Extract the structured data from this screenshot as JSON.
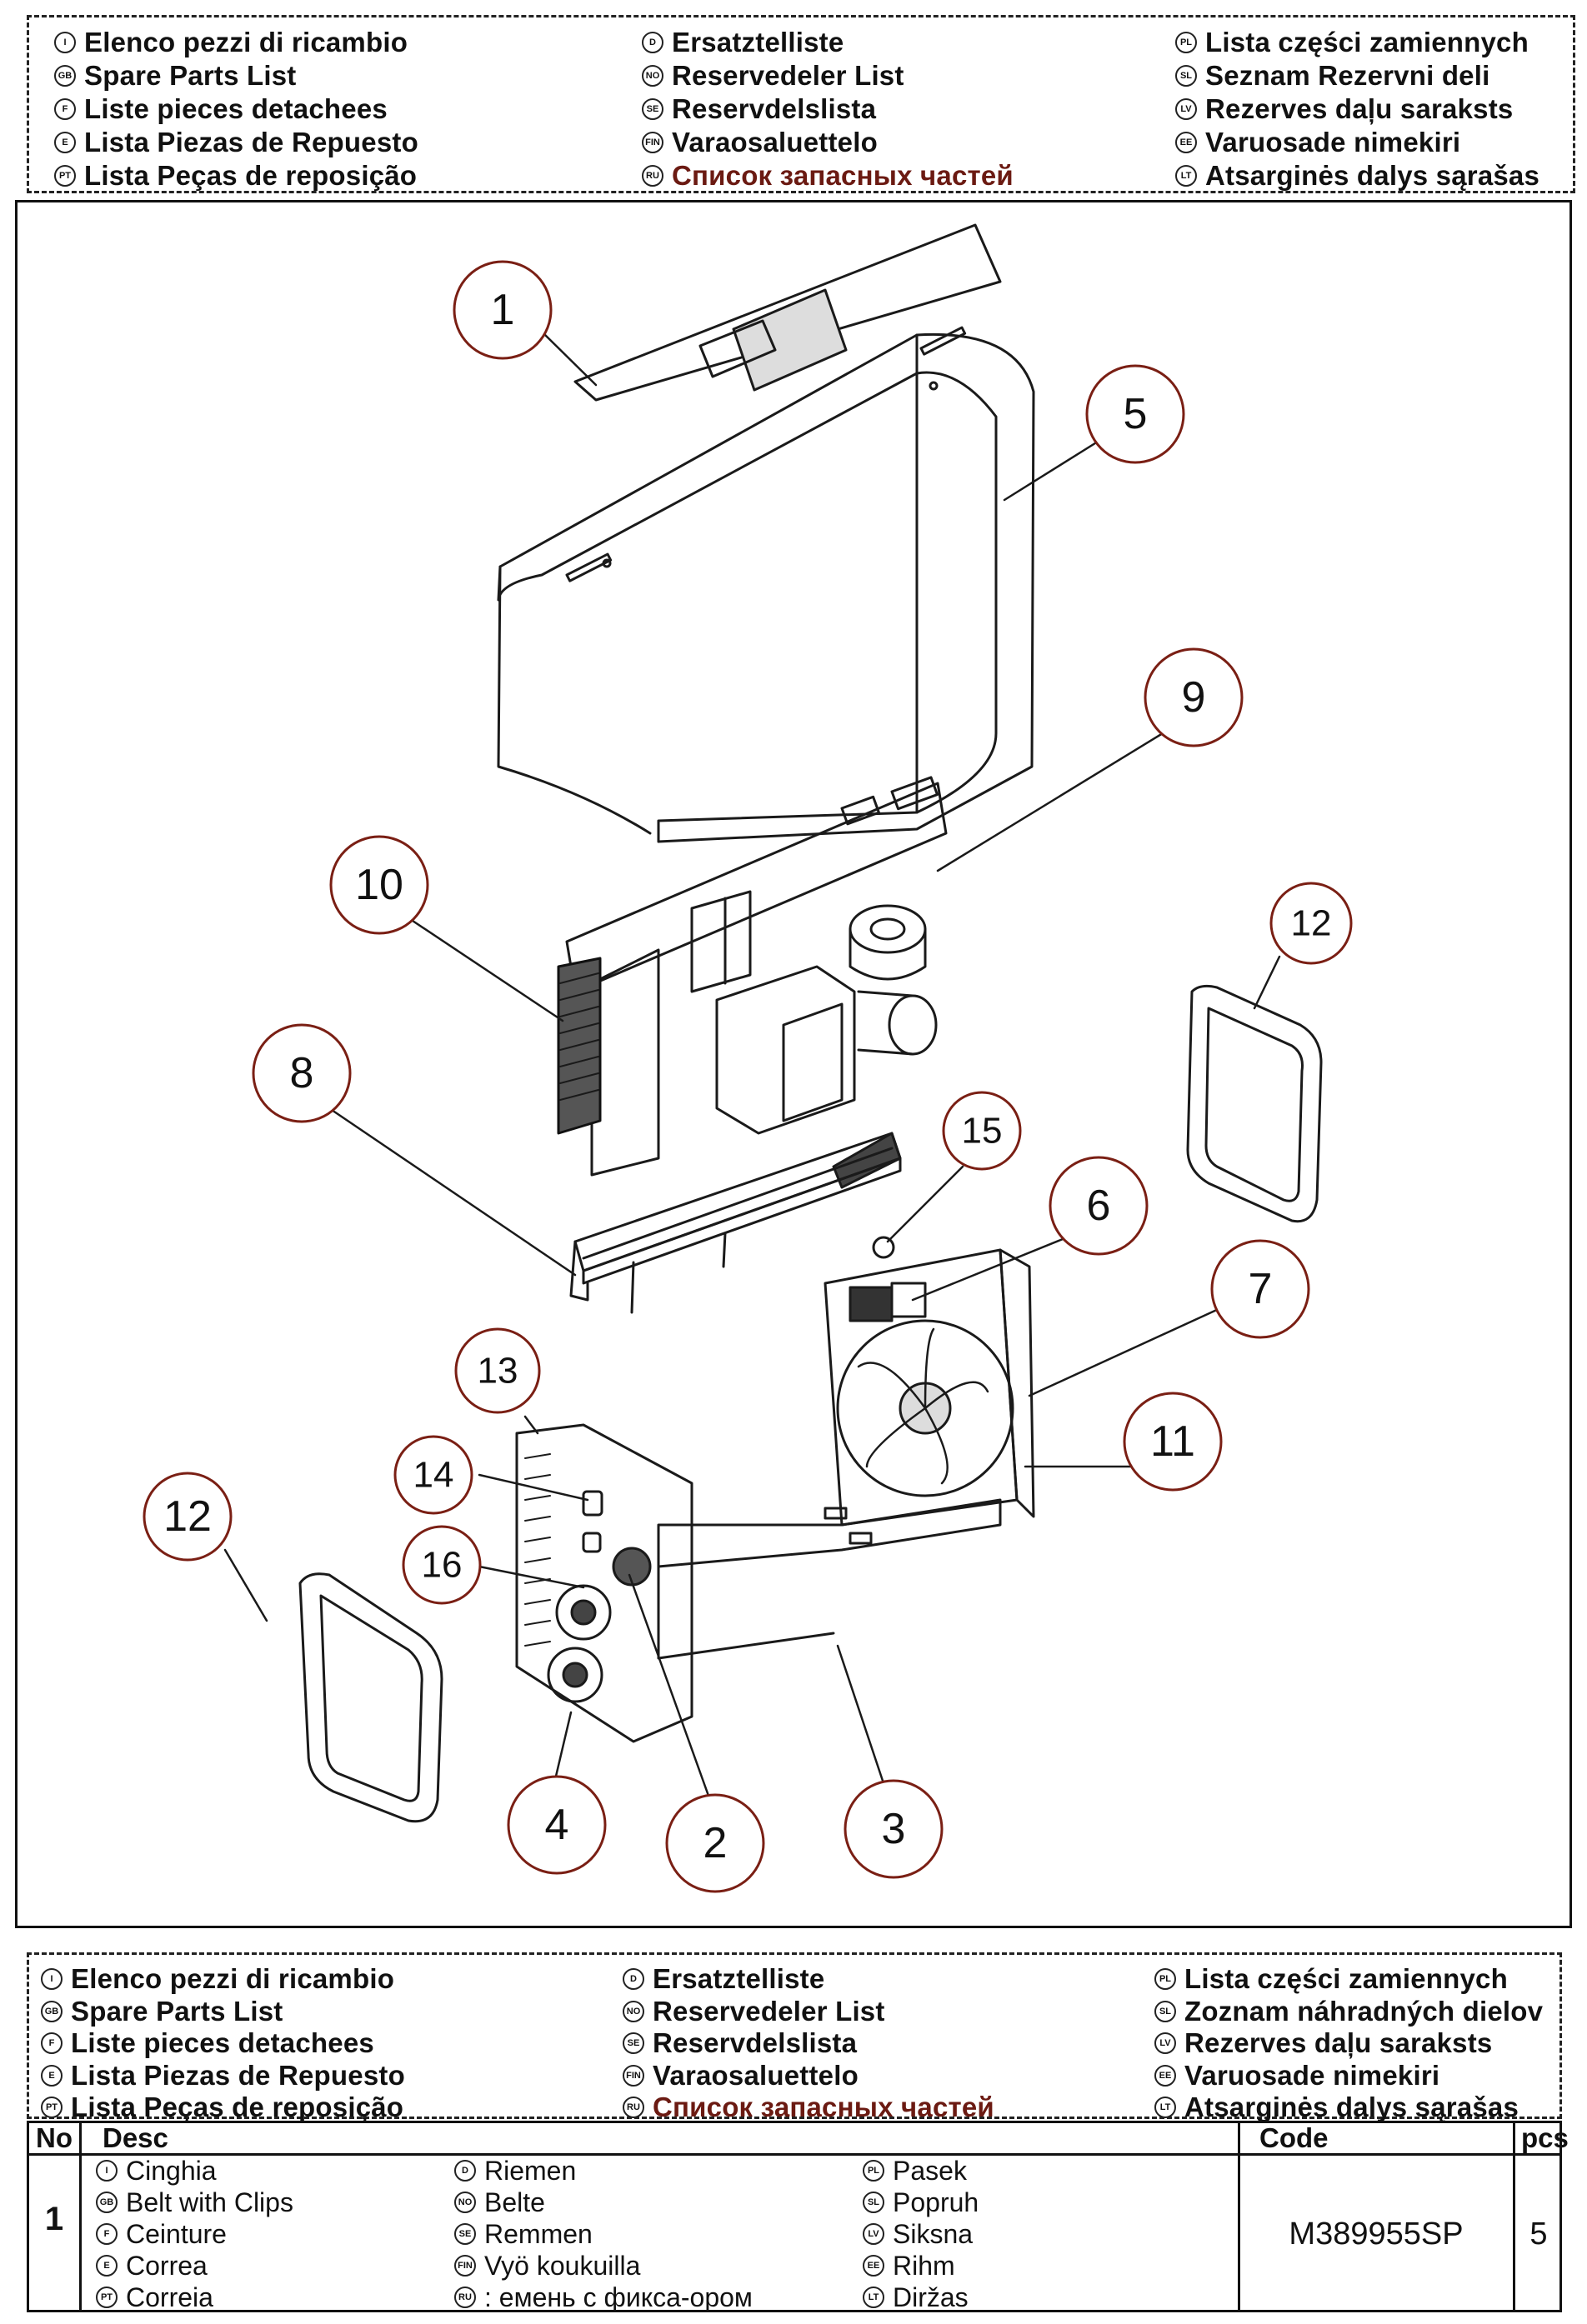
{
  "header_top": {
    "col1": [
      {
        "badge": "I",
        "text": "Elenco pezzi di ricambio"
      },
      {
        "badge": "GB",
        "text": "Spare Parts List"
      },
      {
        "badge": "F",
        "text": "Liste pieces detachees"
      },
      {
        "badge": "E",
        "text": "Lista Piezas de Repuesto"
      },
      {
        "badge": "PT",
        "text": "Lista Peças de reposição"
      }
    ],
    "col2": [
      {
        "badge": "D",
        "text": "Ersatztelliste"
      },
      {
        "badge": "NO",
        "text": "Reservedeler List"
      },
      {
        "badge": "SE",
        "text": "Reservdelslista"
      },
      {
        "badge": "FIN",
        "text": "Varaosaluettelo"
      },
      {
        "badge": "RU",
        "text": "Список запасных частей"
      }
    ],
    "col3": [
      {
        "badge": "PL",
        "text": "Lista części zamiennych"
      },
      {
        "badge": "SL",
        "text": "Seznam Rezervni deli"
      },
      {
        "badge": "LV",
        "text": "Rezerves daļu saraksts"
      },
      {
        "badge": "EE",
        "text": "Varuosade nimekiri"
      },
      {
        "badge": "LT",
        "text": "Atsarginės dalys sąrašas"
      }
    ]
  },
  "diagram": {
    "callouts": [
      "1",
      "5",
      "9",
      "10",
      "12",
      "8",
      "15",
      "6",
      "7",
      "13",
      "11",
      "14",
      "16",
      "12",
      "4",
      "2",
      "3"
    ]
  },
  "header_bottom": {
    "col1": [
      {
        "badge": "I",
        "text": "Elenco pezzi di ricambio"
      },
      {
        "badge": "GB",
        "text": "Spare Parts List"
      },
      {
        "badge": "F",
        "text": "Liste pieces detachees"
      },
      {
        "badge": "E",
        "text": "Lista Piezas de Repuesto"
      },
      {
        "badge": "PT",
        "text": "Lista Peças de reposição"
      }
    ],
    "col2": [
      {
        "badge": "D",
        "text": "Ersatztelliste"
      },
      {
        "badge": "NO",
        "text": "Reservedeler List"
      },
      {
        "badge": "SE",
        "text": "Reservdelslista"
      },
      {
        "badge": "FIN",
        "text": "Varaosaluettelo"
      },
      {
        "badge": "RU",
        "text": "Список запасных частей"
      }
    ],
    "col3": [
      {
        "badge": "PL",
        "text": "Lista części zamiennych"
      },
      {
        "badge": "SL",
        "text": "Zoznam náhradných dielov"
      },
      {
        "badge": "LV",
        "text": "Rezerves daļu saraksts"
      },
      {
        "badge": "EE",
        "text": "Varuosade nimekiri"
      },
      {
        "badge": "LT",
        "text": "Atsarginės dalys sąrašas"
      }
    ]
  },
  "table": {
    "headers": {
      "no": "No",
      "desc": "Desc",
      "code": "Code",
      "pcs": "pcs"
    },
    "rows": [
      {
        "no": "1",
        "desc_col1": [
          {
            "badge": "I",
            "text": "Cinghia"
          },
          {
            "badge": "GB",
            "text": "Belt with Clips"
          },
          {
            "badge": "F",
            "text": "Ceinture"
          },
          {
            "badge": "E",
            "text": "Correa"
          },
          {
            "badge": "PT",
            "text": "Correia"
          }
        ],
        "desc_col2": [
          {
            "badge": "D",
            "text": "Riemen"
          },
          {
            "badge": "NO",
            "text": "Belte"
          },
          {
            "badge": "SE",
            "text": "Remmen"
          },
          {
            "badge": "FIN",
            "text": "Vyö koukuilla"
          },
          {
            "badge": "RU",
            "text": ": емень с фикса-ором"
          }
        ],
        "desc_col3": [
          {
            "badge": "PL",
            "text": "Pasek"
          },
          {
            "badge": "SL",
            "text": "Popruh"
          },
          {
            "badge": "LV",
            "text": "Siksna"
          },
          {
            "badge": "EE",
            "text": "Rihm"
          },
          {
            "badge": "LT",
            "text": "Diržas"
          }
        ],
        "code": "M389955SP",
        "pcs": "5"
      }
    ]
  }
}
